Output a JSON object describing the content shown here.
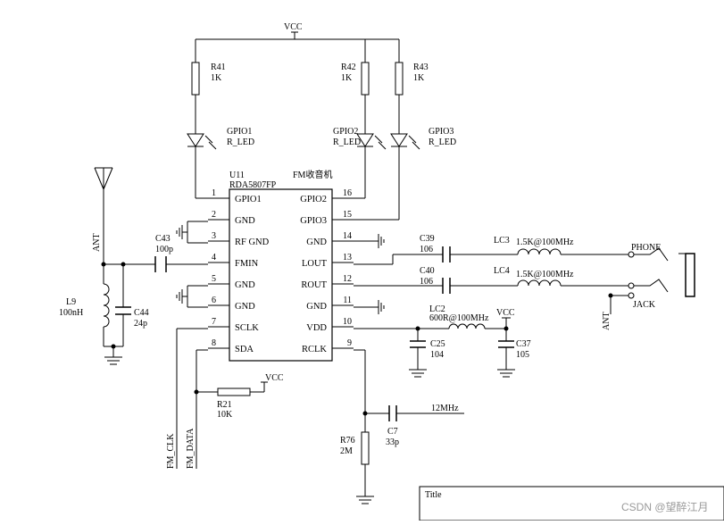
{
  "power": {
    "vcc": "VCC"
  },
  "resistors": {
    "r41": {
      "ref": "R41",
      "value": "1K"
    },
    "r42": {
      "ref": "R42",
      "value": "1K"
    },
    "r43": {
      "ref": "R43",
      "value": "1K"
    },
    "r21": {
      "ref": "R21",
      "value": "10K"
    },
    "r76": {
      "ref": "R76",
      "value": "2M"
    }
  },
  "leds": {
    "gpio1": {
      "net": "GPIO1",
      "type": "R_LED"
    },
    "gpio2": {
      "net": "GPIO2",
      "type": "R_LED"
    },
    "gpio3": {
      "net": "GPIO3",
      "type": "R_LED"
    }
  },
  "chip": {
    "ref": "U11",
    "part": "RDA5807FP",
    "function": "FM收音机",
    "left_pins": [
      {
        "num": "1",
        "name": "GPIO1"
      },
      {
        "num": "2",
        "name": "GND"
      },
      {
        "num": "3",
        "name": "RF GND"
      },
      {
        "num": "4",
        "name": "FMIN"
      },
      {
        "num": "5",
        "name": "GND"
      },
      {
        "num": "6",
        "name": "GND"
      },
      {
        "num": "7",
        "name": "SCLK"
      },
      {
        "num": "8",
        "name": "SDA"
      }
    ],
    "right_pins": [
      {
        "num": "16",
        "name": "GPIO2"
      },
      {
        "num": "15",
        "name": "GPIO3"
      },
      {
        "num": "14",
        "name": "GND"
      },
      {
        "num": "13",
        "name": "LOUT"
      },
      {
        "num": "12",
        "name": "ROUT"
      },
      {
        "num": "11",
        "name": "GND"
      },
      {
        "num": "10",
        "name": "VDD"
      },
      {
        "num": "9",
        "name": "RCLK"
      }
    ]
  },
  "capacitors": {
    "c43": {
      "ref": "C43",
      "value": "100p"
    },
    "c44": {
      "ref": "C44",
      "value": "24p"
    },
    "c39": {
      "ref": "C39",
      "value": "106"
    },
    "c40": {
      "ref": "C40",
      "value": "106"
    },
    "c25": {
      "ref": "C25",
      "value": "104"
    },
    "c37": {
      "ref": "C37",
      "value": "105"
    },
    "c7": {
      "ref": "C7",
      "value": "33p"
    }
  },
  "inductors": {
    "l9": {
      "ref": "L9",
      "value": "100nH"
    },
    "lc3": {
      "ref": "LC3",
      "value": "1.5K@100MHz"
    },
    "lc4": {
      "ref": "LC4",
      "value": "1.5K@100MHz"
    },
    "lc2": {
      "ref": "LC2",
      "value": "600R@100MHz"
    }
  },
  "nets": {
    "ant": "ANT",
    "phone": "PHONE",
    "jack": "JACK",
    "fm_clk": "FM_CLK",
    "fm_data": "FM_DATA",
    "clk_12m": "12MHz"
  },
  "title_block": {
    "label": "Title"
  },
  "watermark": "CSDN @望醉江月"
}
